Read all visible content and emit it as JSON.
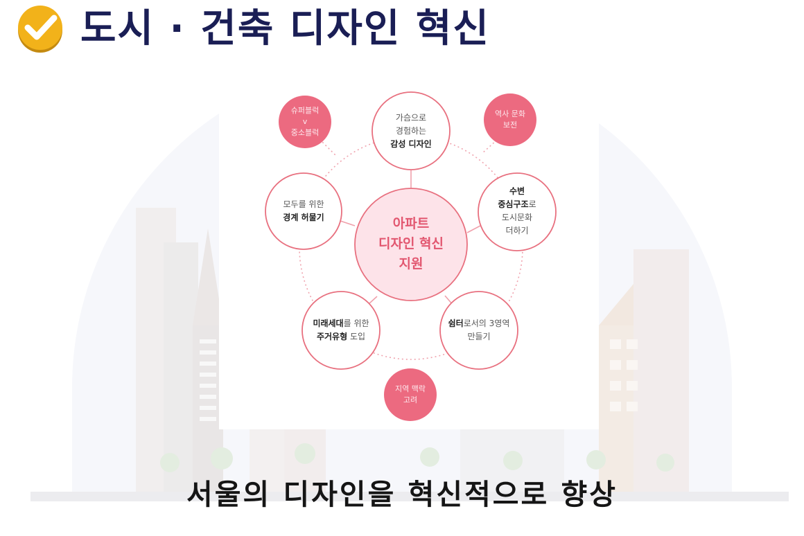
{
  "header": {
    "title": "도시 · 건축 디자인 혁신",
    "icon": "check-circle-icon",
    "icon_color": "#f2b21a"
  },
  "diagram": {
    "center": {
      "line1": "아파트",
      "line2": "디자인 혁신",
      "line3": "지원"
    },
    "nodes": {
      "top": {
        "line1": "가슴으로",
        "line2": "경험하는",
        "line3_bold": "감성 디자인"
      },
      "right": {
        "line1_bold": "수변",
        "line2_bold": "중심구조",
        "line2_tail": "로",
        "line3": "도시문화",
        "line4": "더하기"
      },
      "left": {
        "line1": "모두를 위한",
        "line2_bold": "경계 허물기"
      },
      "bottom_left": {
        "line1_bold": "미래세대",
        "line1_tail": "를 위한",
        "line2_bold": "주거유형",
        "line2_tail": " 도입"
      },
      "bottom_right": {
        "line1_bold": "쉼터",
        "line1_tail": "로서의 3영역",
        "line2": "만들기"
      }
    },
    "accents": {
      "top_left": {
        "line1": "슈퍼블럭",
        "line2": "v",
        "line3": "중소블럭"
      },
      "top_right": {
        "line1": "역사 문화",
        "line2": "보전"
      },
      "bottom": {
        "line1": "지역 맥락",
        "line2": "고려"
      }
    },
    "colors": {
      "accent_fill": "#ec6a80",
      "node_border": "#e8707f",
      "center_fill": "#fde3e9",
      "center_text": "#e2566f"
    }
  },
  "footer": {
    "slogan": "서울의 디자인을 혁신적으로 향상"
  }
}
